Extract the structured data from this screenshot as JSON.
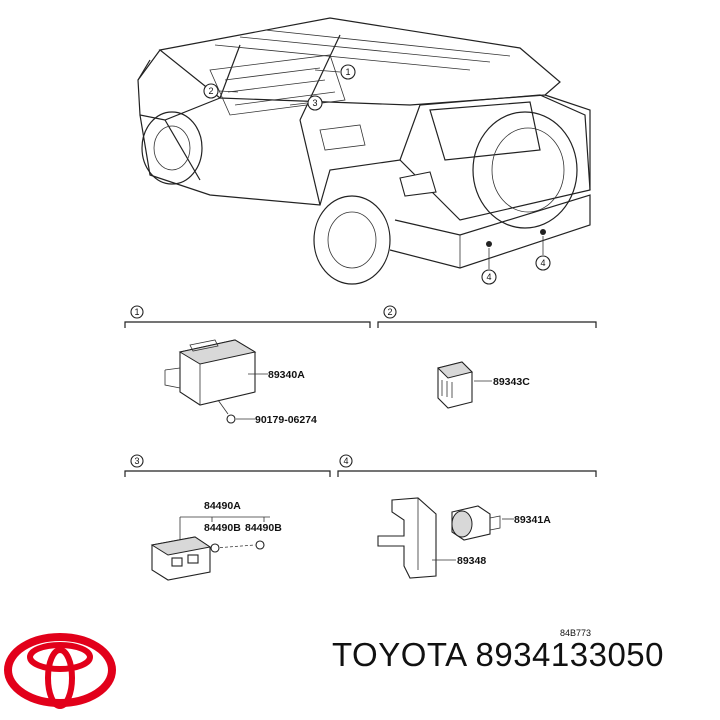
{
  "callouts": {
    "c1": "1",
    "c2": "2",
    "c3": "3",
    "c4a": "4",
    "c4b": "4"
  },
  "sections": [
    {
      "num": "1",
      "parts": [
        "89340A",
        "90179-06274"
      ]
    },
    {
      "num": "2",
      "parts": [
        "89343C"
      ]
    },
    {
      "num": "3",
      "parts": [
        "84490A",
        "84490B",
        "84490B"
      ]
    },
    {
      "num": "4",
      "parts": [
        "89341A",
        "89348"
      ]
    }
  ],
  "diagram_code": "84B773",
  "brand": {
    "name": "TOYOTA",
    "part_number": "8934133050",
    "logo_color": "#e2001a"
  }
}
